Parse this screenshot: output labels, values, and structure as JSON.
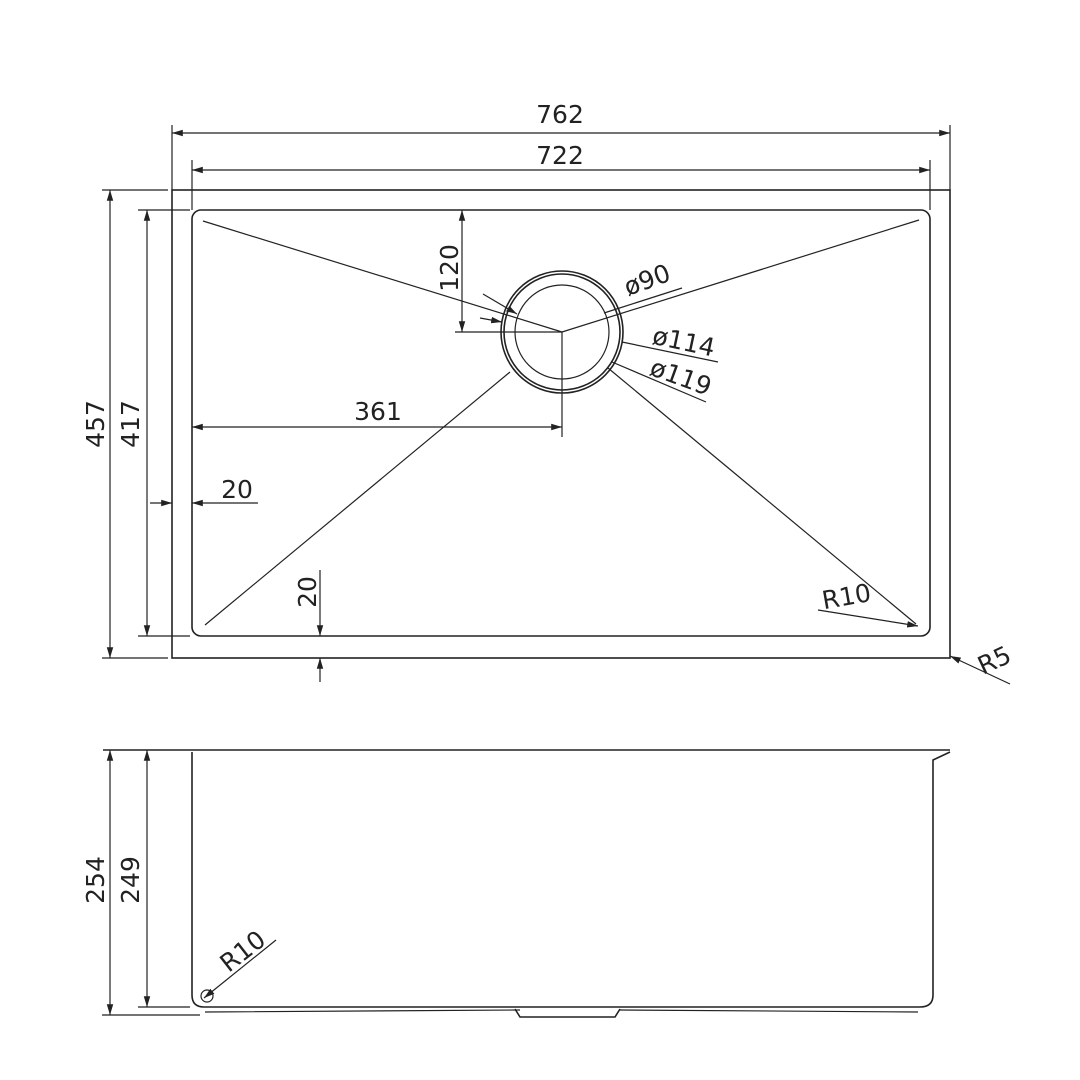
{
  "top_view": {
    "overall_length": "762",
    "bowl_length": "722",
    "overall_width": "457",
    "bowl_width": "417",
    "drain_offset_top": "120",
    "drain_offset_left": "361",
    "rim_side": "20",
    "rim_bottom": "20",
    "drain_d1": "ø90",
    "drain_d2": "ø114",
    "drain_d3": "ø119",
    "corner_radius_inner": "R10",
    "corner_radius_outer": "R5"
  },
  "side_view": {
    "overall_depth": "254",
    "bowl_depth": "249",
    "bottom_radius": "R10"
  },
  "line_color": "#222222"
}
